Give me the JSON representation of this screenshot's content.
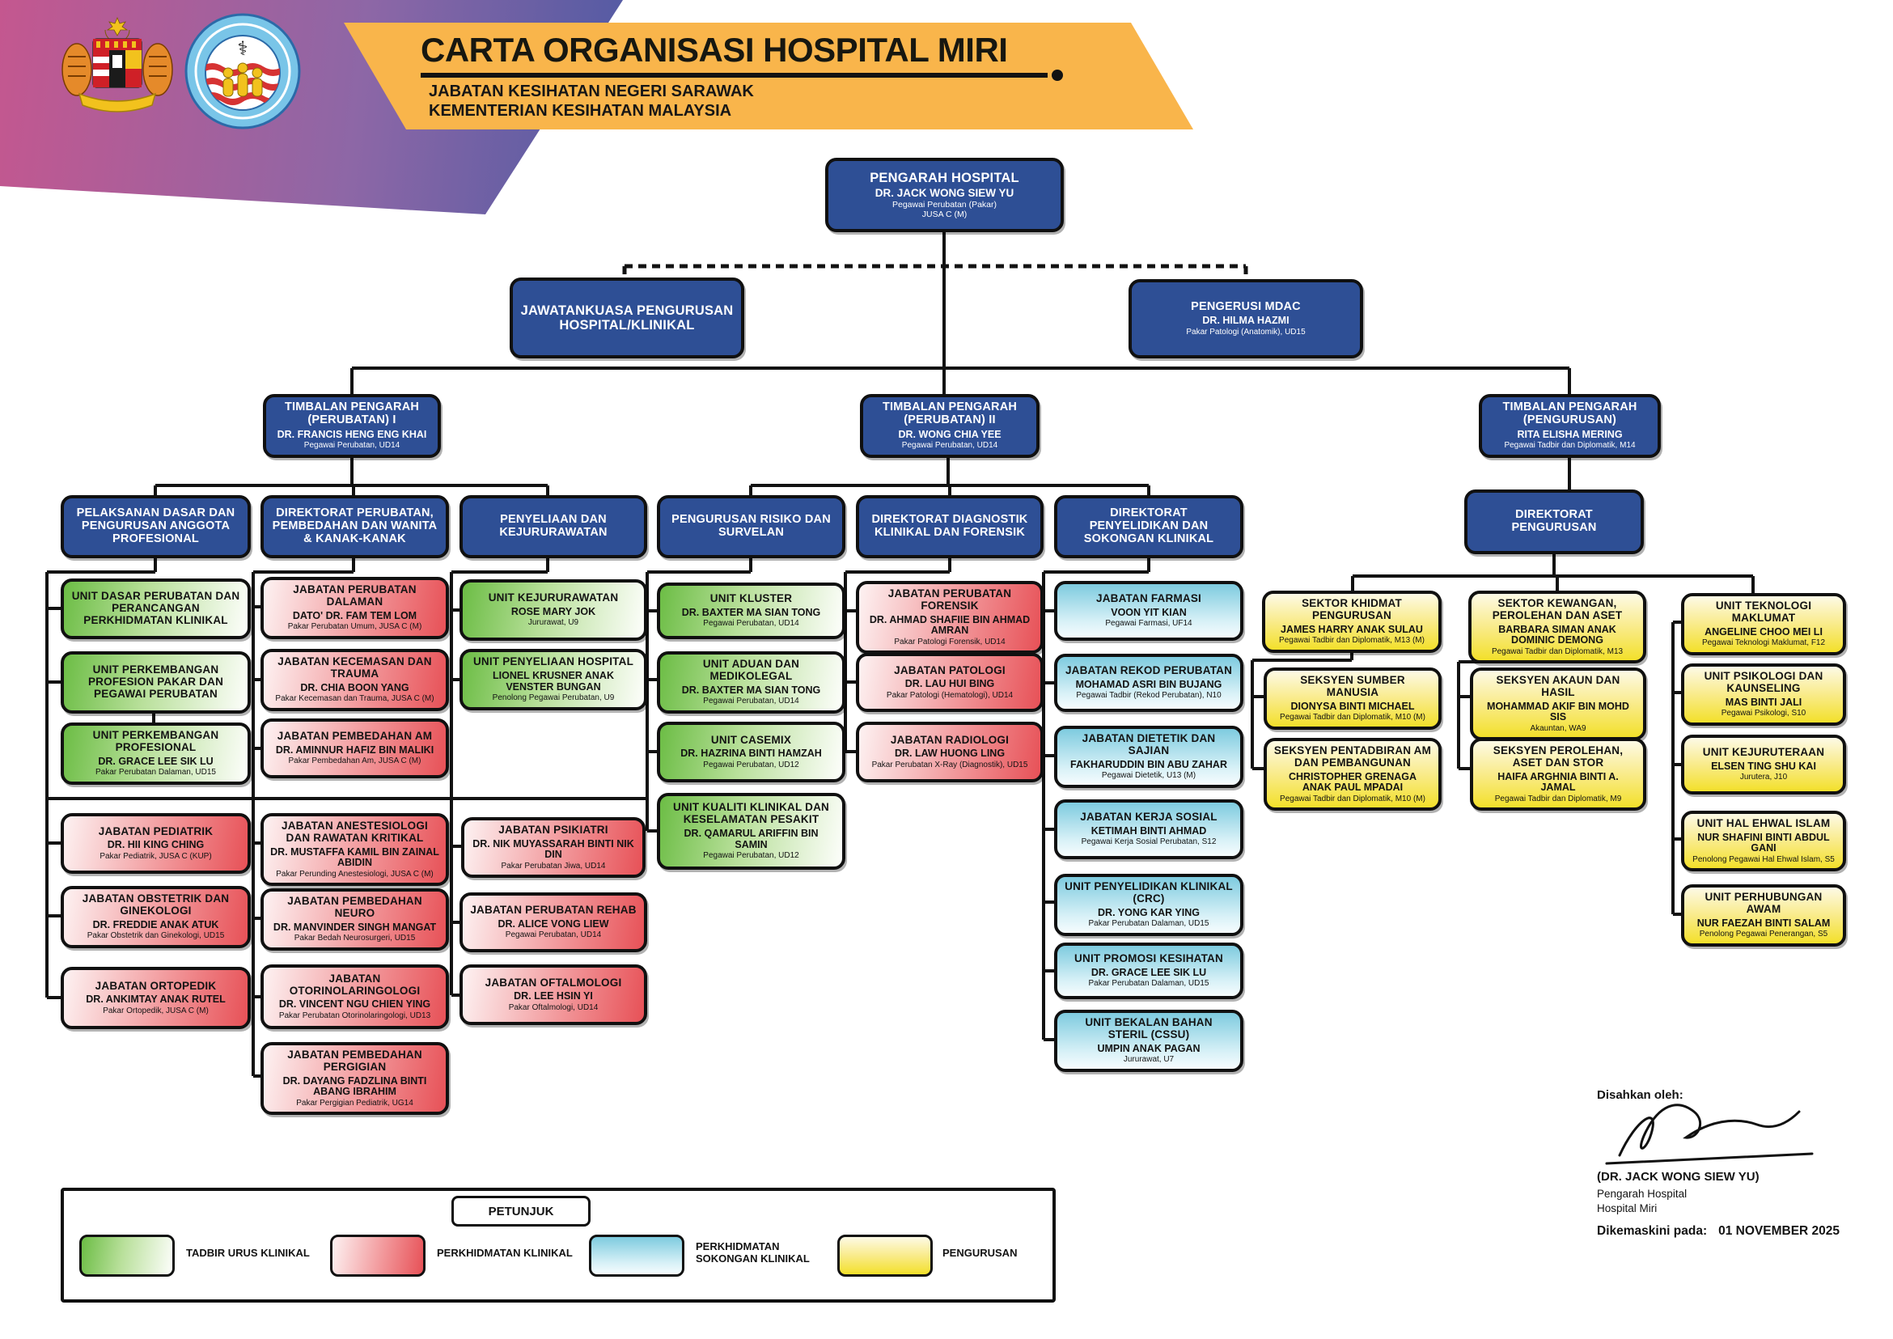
{
  "header": {
    "title": "CARTA ORGANISASI HOSPITAL MIRI",
    "subtitle1": "JABATAN KESIHATAN NEGERI SARAWAK",
    "subtitle2": "KEMENTERIAN KESIHATAN MALAYSIA",
    "logos": [
      "malaysia-coat-of-arms",
      "hospital-miri-logo"
    ]
  },
  "colors": {
    "navy_box": "#2e4f95",
    "green_box": "#6cbd45",
    "red_box": "#e75157",
    "blue_box": "#7ecbdf",
    "yellow_box": "#f3e02a",
    "banner_orange": "#f9b54b",
    "banner_pink": "#c4578f",
    "banner_indigo": "#4b59a3"
  },
  "boxes": [
    {
      "id": "pengarah",
      "cat": "navy big",
      "title": "PENGARAH HOSPITAL",
      "name": "DR. JACK WONG SIEW YU",
      "role": "Pegawai Perubatan (Pakar)",
      "grade": "JUSA C (M)"
    },
    {
      "id": "jkuasa",
      "cat": "navy big",
      "title": "JAWATANKUASA PENGURUSAN HOSPITAL/KLINIKAL"
    },
    {
      "id": "mdac",
      "cat": "navy",
      "title": "PENGERUSI MDAC",
      "name": "DR. HILMA HAZMI",
      "role": "Pakar Patologi (Anatomik), UD15"
    },
    {
      "id": "t1",
      "cat": "navy",
      "title": "TIMBALAN PENGARAH (PERUBATAN) I",
      "name": "DR. FRANCIS HENG ENG KHAI",
      "role": "Pegawai Perubatan, UD14"
    },
    {
      "id": "t2",
      "cat": "navy",
      "title": "TIMBALAN PENGARAH (PERUBATAN) II",
      "name": "DR. WONG CHIA YEE",
      "role": "Pegawai Perubatan, UD14"
    },
    {
      "id": "t3",
      "cat": "navy",
      "title": "TIMBALAN PENGARAH (PENGURUSAN)",
      "name": "RITA ELISHA MERING",
      "role": "Pegawai Tadbir dan Diplomatik, M14"
    },
    {
      "id": "h1",
      "cat": "navy",
      "title": "PELAKSANAN DASAR DAN PENGURUSAN ANGGOTA PROFESIONAL"
    },
    {
      "id": "h2",
      "cat": "navy",
      "title": "DIREKTORAT PERUBATAN, PEMBEDAHAN DAN WANITA & KANAK-KANAK"
    },
    {
      "id": "h3",
      "cat": "navy",
      "title": "PENYELIAAN DAN KEJURURAWATAN"
    },
    {
      "id": "h4",
      "cat": "navy",
      "title": "PENGURUSAN RISIKO DAN SURVELAN"
    },
    {
      "id": "h5",
      "cat": "navy",
      "title": "DIREKTORAT DIAGNOSTIK KLINIKAL DAN FORENSIK"
    },
    {
      "id": "h6",
      "cat": "navy",
      "title": "DIREKTORAT PENYELIDIKAN DAN SOKONGAN KLINIKAL"
    },
    {
      "id": "h7",
      "cat": "navy",
      "title": "DIREKTORAT PENGURUSAN"
    },
    {
      "id": "c1b1",
      "cat": "green",
      "title": "UNIT DASAR PERUBATAN DAN PERANCANGAN PERKHIDMATAN KLINIKAL"
    },
    {
      "id": "c1b2",
      "cat": "green",
      "title": "UNIT PERKEMBANGAN PROFESION PAKAR DAN PEGAWAI PERUBATAN"
    },
    {
      "id": "c1b3",
      "cat": "green",
      "title": "UNIT PERKEMBANGAN PROFESIONAL",
      "name": "DR. GRACE LEE SIK LU",
      "role": "Pakar Perubatan Dalaman, UD15"
    },
    {
      "id": "c1b4",
      "cat": "red",
      "title": "JABATAN PEDIATRIK",
      "name": "DR. HII KING CHING",
      "role": "Pakar Pediatrik, JUSA C (KUP)"
    },
    {
      "id": "c1b5",
      "cat": "red",
      "title": "JABATAN OBSTETRIK DAN GINEKOLOGI",
      "name": "DR. FREDDIE ANAK ATUK",
      "role": "Pakar Obstetrik dan Ginekologi, UD15"
    },
    {
      "id": "c1b6",
      "cat": "red",
      "title": "JABATAN ORTOPEDIK",
      "name": "DR. ANKIMTAY ANAK RUTEL",
      "role": "Pakar Ortopedik, JUSA C (M)"
    },
    {
      "id": "c2b1",
      "cat": "red",
      "title": "JABATAN PERUBATAN DALAMAN",
      "name": "DATO' DR. FAM TEM LOM",
      "role": "Pakar Perubatan Umum, JUSA C (M)"
    },
    {
      "id": "c2b2",
      "cat": "red",
      "title": "JABATAN KECEMASAN DAN TRAUMA",
      "name": "DR. CHIA BOON YANG",
      "role": "Pakar Kecemasan dan Trauma, JUSA C (M)"
    },
    {
      "id": "c2b3",
      "cat": "red",
      "title": "JABATAN PEMBEDAHAN AM",
      "name": "DR. AMINNUR HAFIZ BIN MALIKI",
      "role": "Pakar Pembedahan Am, JUSA C (M)"
    },
    {
      "id": "c2b4",
      "cat": "red",
      "title": "JABATAN ANESTESIOLOGI DAN RAWATAN KRITIKAL",
      "name": "DR. MUSTAFFA KAMIL BIN ZAINAL ABIDIN",
      "role": "Pakar Perunding Anestesiologi, JUSA C (M)"
    },
    {
      "id": "c2b5",
      "cat": "red",
      "title": "JABATAN PEMBEDAHAN NEURO",
      "name": "DR. MANVINDER SINGH MANGAT",
      "role": "Pakar Bedah Neurosurgeri, UD15"
    },
    {
      "id": "c2b6",
      "cat": "red",
      "title": "JABATAN OTORINOLARINGOLOGI",
      "name": "DR. VINCENT NGU CHIEN YING",
      "role": "Pakar Perubatan Otorinolaringologi, UD13"
    },
    {
      "id": "c2b7",
      "cat": "red",
      "title": "JABATAN PEMBEDAHAN PERGIGIAN",
      "name": "DR. DAYANG FADZLINA BINTI ABANG IBRAHIM",
      "role": "Pakar Pergigian Pediatrik, UG14"
    },
    {
      "id": "c3b1",
      "cat": "green",
      "title": "UNIT KEJURURAWATAN",
      "name": "ROSE MARY JOK",
      "role": "Jururawat, U9"
    },
    {
      "id": "c3b2",
      "cat": "green",
      "title": "UNIT PENYELIAAN HOSPITAL",
      "name": "LIONEL KRUSNER ANAK VENSTER BUNGAN",
      "role": "Penolong Pegawai Perubatan, U9"
    },
    {
      "id": "c3b3",
      "cat": "red",
      "title": "JABATAN PSIKIATRI",
      "name": "DR. NIK MUYASSARAH BINTI NIK DIN",
      "role": "Pakar Perubatan Jiwa, UD14"
    },
    {
      "id": "c3b4",
      "cat": "red",
      "title": "JABATAN PERUBATAN REHAB",
      "name": "DR. ALICE VONG LIEW",
      "role": "Pegawai Perubatan, UD14"
    },
    {
      "id": "c3b5",
      "cat": "red",
      "title": "JABATAN OFTALMOLOGI",
      "name": "DR. LEE HSIN YI",
      "role": "Pakar Oftalmologi, UD14"
    },
    {
      "id": "c4b1",
      "cat": "green",
      "title": "UNIT KLUSTER",
      "name": "DR. BAXTER MA SIAN TONG",
      "role": "Pegawai Perubatan, UD14"
    },
    {
      "id": "c4b2",
      "cat": "green",
      "title": "UNIT ADUAN DAN MEDIKOLEGAL",
      "name": "DR. BAXTER MA SIAN TONG",
      "role": "Pegawai Perubatan, UD14"
    },
    {
      "id": "c4b3",
      "cat": "green",
      "title": "UNIT CASEMIX",
      "name": "DR. HAZRINA BINTI HAMZAH",
      "role": "Pegawai Perubatan, UD12"
    },
    {
      "id": "c4b4",
      "cat": "green",
      "title": "UNIT KUALITI KLINIKAL DAN KESELAMATAN PESAKIT",
      "name": "DR. QAMARUL ARIFFIN BIN SAMIN",
      "role": "Pegawai Perubatan, UD12"
    },
    {
      "id": "c5b1",
      "cat": "red",
      "title": "JABATAN PERUBATAN FORENSIK",
      "name": "DR. AHMAD SHAFIIE BIN AHMAD AMRAN",
      "role": "Pakar Patologi Forensik, UD14"
    },
    {
      "id": "c5b2",
      "cat": "red",
      "title": "JABATAN PATOLOGI",
      "name": "DR. LAU HUI BING",
      "role": "Pakar Patologi (Hematologi), UD14"
    },
    {
      "id": "c5b3",
      "cat": "red",
      "title": "JABATAN RADIOLOGI",
      "name": "DR. LAW HUONG LING",
      "role": "Pakar Perubatan X-Ray (Diagnostik), UD15"
    },
    {
      "id": "c6b1",
      "cat": "blue",
      "title": "JABATAN FARMASI",
      "name": "VOON YIT KIAN",
      "role": "Pegawai Farmasi, UF14"
    },
    {
      "id": "c6b2",
      "cat": "blue",
      "title": "JABATAN REKOD PERUBATAN",
      "name": "MOHAMAD ASRI BIN BUJANG",
      "role": "Pegawai Tadbir (Rekod Perubatan), N10"
    },
    {
      "id": "c6b3",
      "cat": "blue",
      "title": "JABATAN DIETETIK DAN SAJIAN",
      "name": "FAKHARUDDIN BIN ABU ZAHAR",
      "role": "Pegawai Dietetik, U13 (M)"
    },
    {
      "id": "c6b4",
      "cat": "blue",
      "title": "JABATAN KERJA SOSIAL",
      "name": "KETIMAH BINTI AHMAD",
      "role": "Pegawai Kerja Sosial Perubatan, S12"
    },
    {
      "id": "c6b5",
      "cat": "blue",
      "title": "UNIT PENYELIDIKAN KLINIKAL (CRC)",
      "name": "DR. YONG KAR YING",
      "role": "Pakar Perubatan Dalaman, UD15"
    },
    {
      "id": "c6b6",
      "cat": "blue",
      "title": "UNIT PROMOSI KESIHATAN",
      "name": "DR. GRACE LEE SIK LU",
      "role": "Pakar Perubatan Dalaman, UD15"
    },
    {
      "id": "c6b7",
      "cat": "blue",
      "title": "UNIT BEKALAN BAHAN STERIL (CSSU)",
      "name": "UMPIN ANAK PAGAN",
      "role": "Jururawat, U7"
    },
    {
      "id": "s1",
      "cat": "yellow",
      "title": "SEKTOR KHIDMAT PENGURUSAN",
      "name": "JAMES HARRY ANAK SULAU",
      "role": "Pegawai Tadbir dan Diplomatik, M13 (M)"
    },
    {
      "id": "s2",
      "cat": "yellow",
      "title": "SEKTOR KEWANGAN, PEROLEHAN DAN ASET",
      "name": "BARBARA SIMAN ANAK DOMINIC DEMONG",
      "role": "Pegawai Tadbir dan Diplomatik, M13"
    },
    {
      "id": "s3",
      "cat": "yellow",
      "title": "SEKSYEN SUMBER MANUSIA",
      "name": "DIONYSA BINTI MICHAEL",
      "role": "Pegawai Tadbir dan Diplomatik, M10 (M)"
    },
    {
      "id": "s4",
      "cat": "yellow",
      "title": "SEKSYEN AKAUN DAN HASIL",
      "name": "MOHAMMAD AKIF BIN MOHD SIS",
      "role": "Akauntan, WA9"
    },
    {
      "id": "s5",
      "cat": "yellow",
      "title": "SEKSYEN PENTADBIRAN AM DAN PEMBANGUNAN",
      "name": "CHRISTOPHER GRENAGA ANAK PAUL MPADAI",
      "role": "Pegawai Tadbir dan Diplomatik, M10 (M)"
    },
    {
      "id": "s6",
      "cat": "yellow",
      "title": "SEKSYEN PEROLEHAN, ASET DAN STOR",
      "name": "HAIFA ARGHNIA BINTI A. JAMAL",
      "role": "Pegawai Tadbir dan Diplomatik, M9"
    },
    {
      "id": "u1",
      "cat": "yellow",
      "title": "UNIT TEKNOLOGI MAKLUMAT",
      "name": "ANGELINE CHOO MEI LI",
      "role": "Pegawai Teknologi Maklumat, F12"
    },
    {
      "id": "u2",
      "cat": "yellow",
      "title": "UNIT PSIKOLOGI DAN KAUNSELING",
      "name": "MAS BINTI JALI",
      "role": "Pegawai Psikologi, S10"
    },
    {
      "id": "u3",
      "cat": "yellow",
      "title": "UNIT KEJURUTERAAN",
      "name": "ELSEN TING SHU KAI",
      "role": "Jurutera, J10"
    },
    {
      "id": "u4",
      "cat": "yellow",
      "title": "UNIT HAL EHWAL ISLAM",
      "name": "NUR SHAFINI BINTI ABDUL GANI",
      "role": "Penolong Pegawai Hal Ehwal Islam, S5"
    },
    {
      "id": "u5",
      "cat": "yellow",
      "title": "UNIT PERHUBUNGAN AWAM",
      "name": "NUR FAEZAH BINTI SALAM",
      "role": "Penolong Pegawai Penerangan, S5"
    }
  ],
  "legend": {
    "title": "PETUNJUK",
    "items": [
      {
        "cat": "green",
        "label": "TADBIR URUS KLINIKAL"
      },
      {
        "cat": "red",
        "label": "PERKHIDMATAN KLINIKAL"
      },
      {
        "cat": "blue",
        "label": "PERKHIDMATAN SOKONGAN KLINIKAL"
      },
      {
        "cat": "yellow",
        "label": "PENGURUSAN"
      }
    ]
  },
  "approval": {
    "label": "Disahkan oleh:",
    "signer_name": "(DR. JACK WONG SIEW YU)",
    "signer_title1": "Pengarah Hospital",
    "signer_title2": "Hospital Miri",
    "updated_label": "Dikemaskini pada:",
    "updated_date": "01 NOVEMBER 2025"
  }
}
